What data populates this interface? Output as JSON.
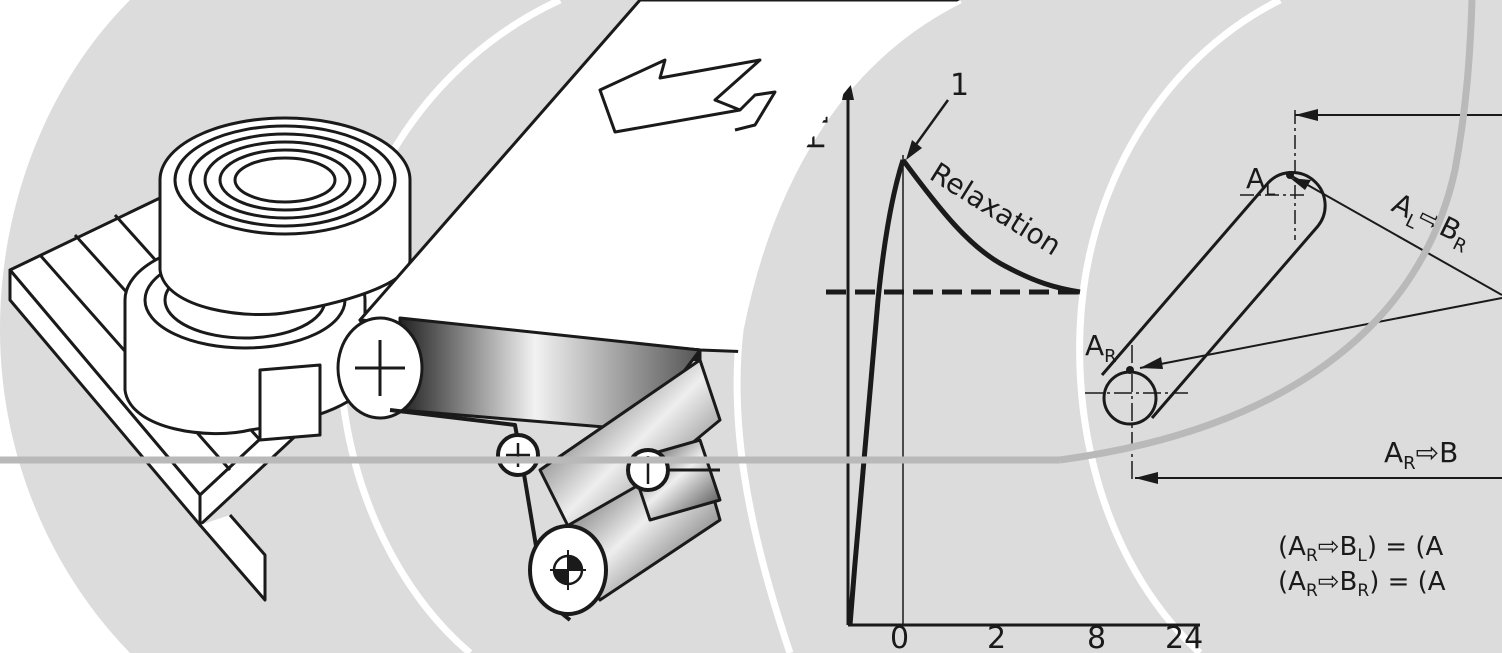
{
  "colors": {
    "panel_fill": "#dcdcdc",
    "panel_divider": "#ffffff",
    "ink": "#1a1a1a",
    "belt_white": "#ffffff",
    "overlay_line": "#b9b9b9"
  },
  "icons": [
    "belt-coil-icon",
    "conveyor-rollers-icon",
    "motion-arrow-icon",
    "roller-cross-icon"
  ],
  "graph": {
    "y_axis_label": "F [",
    "marker_label": "1",
    "curve_label": "Relaxation",
    "x_ticks": [
      "0",
      "2",
      "8",
      "24"
    ]
  },
  "geometry_panel": {
    "label_al": "A",
    "label_al_sub": "L",
    "label_ar": "A",
    "label_ar_sub": "R",
    "label_albr": "A",
    "label_albr_sub": "L",
    "label_albr_arrow": "⇨",
    "label_albr_b": "B",
    "label_albr_b_sub": "R",
    "label_arb": "A",
    "label_arb_sub": "R",
    "label_arb_arrow": "⇨",
    "label_arb_b": "B",
    "eq1_open": "(A",
    "eq1_sub_r": "R",
    "eq1_arrow": "⇨",
    "eq1_b": "B",
    "eq1_sub_l": "L",
    "eq1_rest": ") = (A",
    "eq2_open": "(A",
    "eq2_sub_r": "R",
    "eq2_arrow": "⇨",
    "eq2_b": "B",
    "eq2_sub_r2": "R",
    "eq2_rest": ") = (A"
  }
}
